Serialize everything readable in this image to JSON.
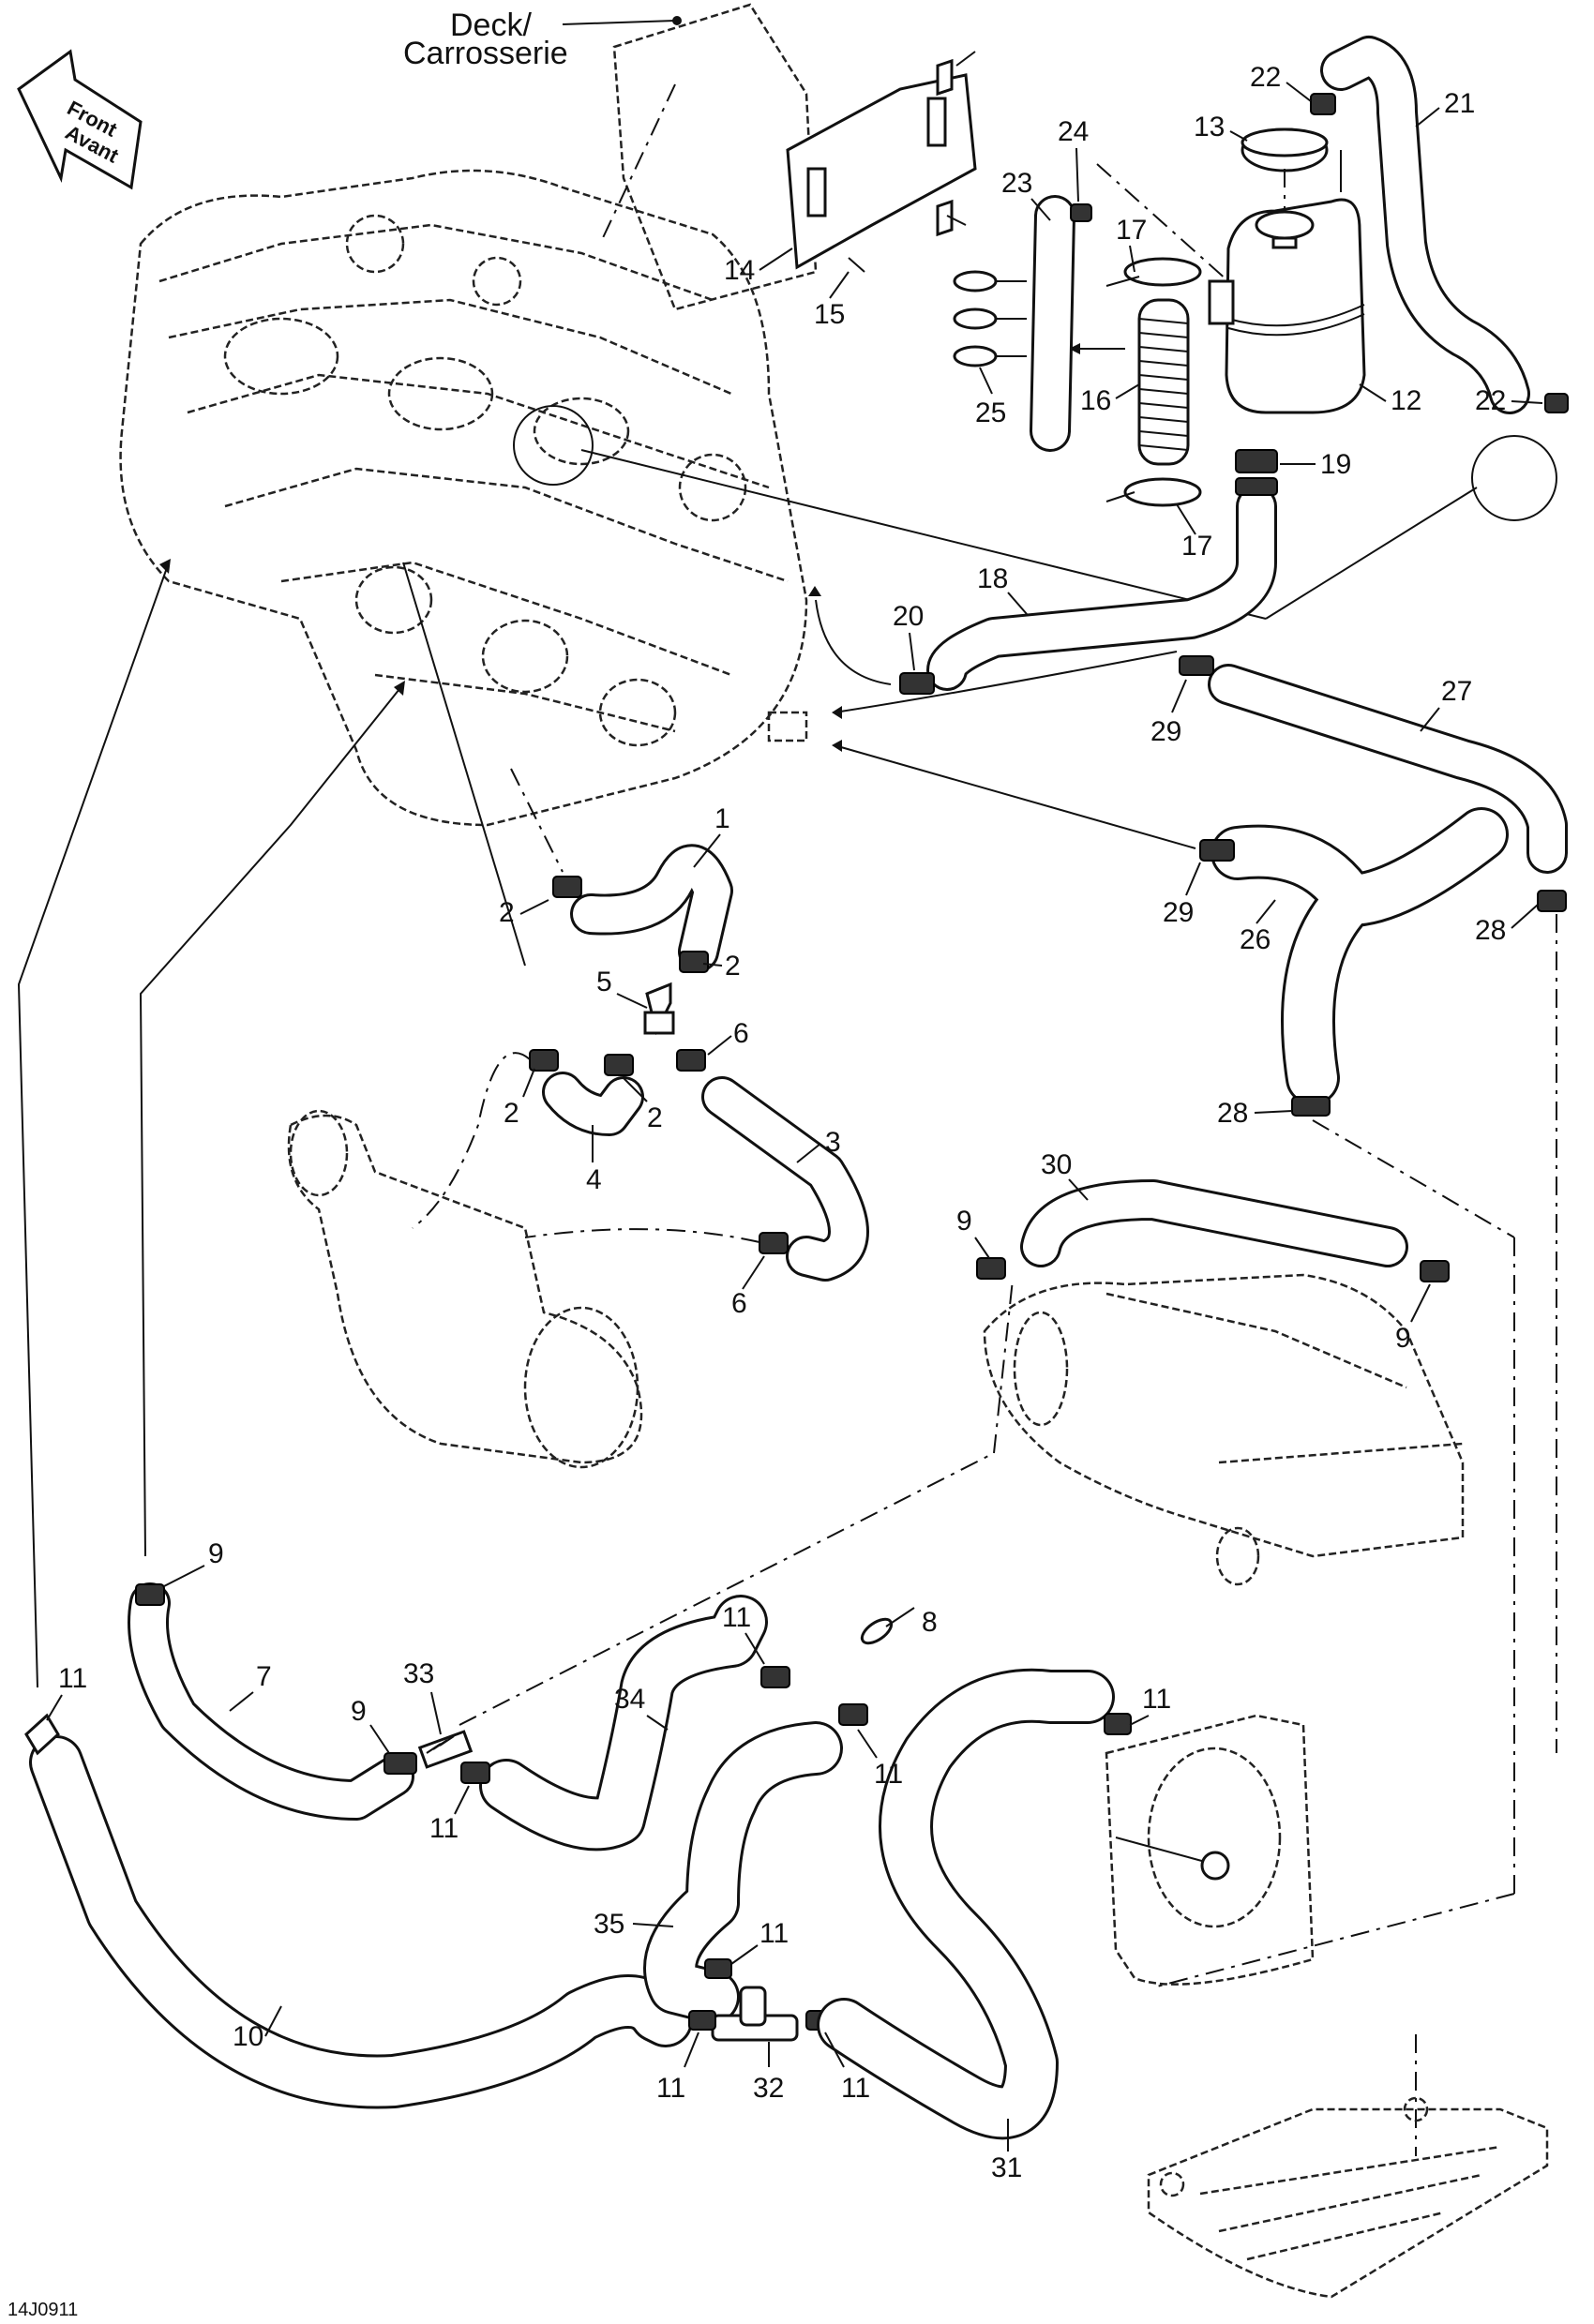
{
  "diagram_code": "14J0911",
  "deck_label_line1": "Deck/",
  "deck_label_line2": "Carrosserie",
  "front_arrow_line1": "Front",
  "front_arrow_line2": "Avant",
  "callouts": {
    "c1": "1",
    "c2a": "2",
    "c2b": "2",
    "c2c": "2",
    "c2d": "2",
    "c3": "3",
    "c4": "4",
    "c5": "5",
    "c6a": "6",
    "c6b": "6",
    "c7": "7",
    "c8": "8",
    "c9a": "9",
    "c9b": "9",
    "c9c": "9",
    "c9d": "9",
    "c10": "10",
    "c11a": "11",
    "c11b": "11",
    "c11c": "11",
    "c11d": "11",
    "c11e": "11",
    "c11f": "11",
    "c11g": "11",
    "c11h": "11",
    "c12": "12",
    "c13": "13",
    "c14": "14",
    "c15": "15",
    "c16": "16",
    "c17a": "17",
    "c17b": "17",
    "c18": "18",
    "c19": "19",
    "c20": "20",
    "c21": "21",
    "c22a": "22",
    "c22b": "22",
    "c23": "23",
    "c24": "24",
    "c25": "25",
    "c26": "26",
    "c27": "27",
    "c28a": "28",
    "c28b": "28",
    "c29a": "29",
    "c29b": "29",
    "c30": "30",
    "c31": "31",
    "c32": "32",
    "c33": "33",
    "c34": "34",
    "c35": "35"
  }
}
